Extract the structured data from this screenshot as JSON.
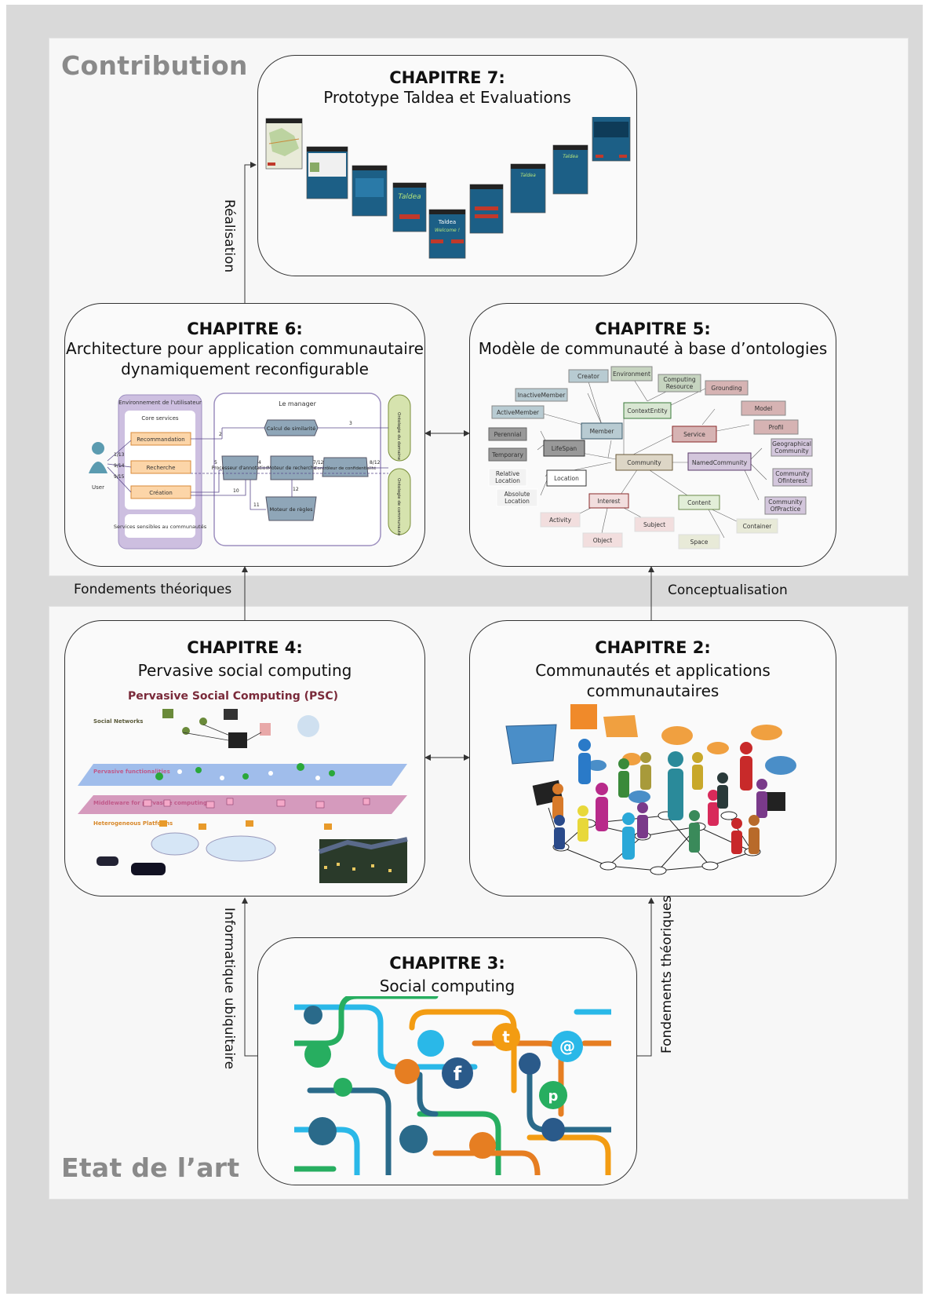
{
  "regions": {
    "top": "Contribution",
    "bottom": "Etat de l’art"
  },
  "chapters": {
    "ch7": {
      "title": "CHAPITRE 7:",
      "subtitle": "Prototype Taldea et Evaluations"
    },
    "ch6": {
      "title": "CHAPITRE 6:",
      "subtitle_l1": "Architecture pour application communautaire",
      "subtitle_l2": "dynamiquement reconfigurable"
    },
    "ch5": {
      "title": "CHAPITRE 5:",
      "subtitle": "Modèle de communauté à base d’ontologies"
    },
    "ch4": {
      "title": "CHAPITRE 4:",
      "subtitle": "Pervasive social computing"
    },
    "ch2": {
      "title": "CHAPITRE 2:",
      "subtitle": "Communautés et applications communautaires"
    },
    "ch3": {
      "title": "CHAPITRE 3:",
      "subtitle": "Social computing"
    }
  },
  "connectors": {
    "realisation": "Réalisation",
    "fondements_left": "Fondements théoriques",
    "conceptualisation": "Conceptualisation",
    "informatique": "Informatique ubiquitaire",
    "fondements_right": "Fondements théoriques"
  },
  "ch6_figure": {
    "env_title": "Environnement de l'utilisateur",
    "core_services": "Core services",
    "recommandation": "Recommandation",
    "recherche": "Recherche",
    "creation": "Création",
    "services_sensibles": "Services sensibles au communautés",
    "manager": "Le manager",
    "calcul": "Calcul de similarité",
    "processeur": "Processeur d'annotation",
    "moteur_recherche": "Moteur de recherche",
    "controleur": "Contrôleur de confidentialité",
    "moteur_regles": "Moteur de règles",
    "ontologie_domaine": "Ontologie du domaine",
    "ontologie_communaute": "Ontologie de communauté",
    "user": "User"
  },
  "ch5_figure": {
    "nodes": [
      "Creator",
      "Environment",
      "Computing Resource",
      "Grounding",
      "InactiveMember",
      "ContextEntity",
      "Model",
      "ActiveMember",
      "Member",
      "Service",
      "Profil",
      "Perennial",
      "LifeSpan",
      "Geographical Community",
      "Temporary",
      "Community",
      "NamedCommunity",
      "Relative Location",
      "Location",
      "Community OfInterest",
      "Absolute Location",
      "Interest",
      "Content",
      "Community OfPractice",
      "Activity",
      "Subject",
      "Container",
      "Object",
      "Space"
    ]
  },
  "ch4_figure": {
    "title": "Pervasive Social Computing (PSC)",
    "layer1": "Social Networks",
    "layer2": "Pervasive functionalities",
    "layer3": "Middleware for pervasive computing",
    "layer4": "Heterogeneous Platforms"
  },
  "colors": {
    "outer": "#d9d9d9",
    "panel": "#f7f7f7",
    "label_grey": "#8a8a8a"
  }
}
